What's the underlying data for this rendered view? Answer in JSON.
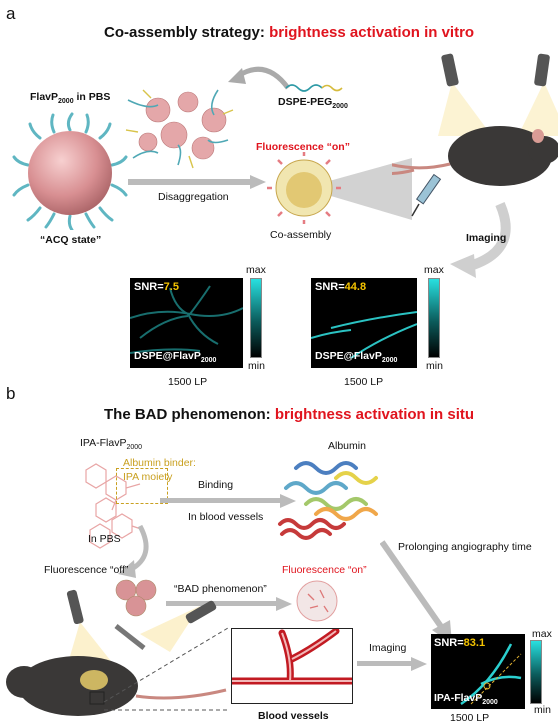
{
  "panel_a": {
    "letter": "a",
    "title_black": "Co-assembly strategy: ",
    "title_red": "brightness activation in vitro",
    "flavp_label_pre": "FlavP",
    "flavp_label_sub": "2000",
    "flavp_label_post": " in PBS",
    "acq_label": "“ACQ state”",
    "dspe_peg_pre": "DSPE-PEG",
    "dspe_peg_sub": "2000",
    "disaggregation": "Disaggregation",
    "fluorescence_on": "Fluorescence “on”",
    "co_assembly": "Co-assembly",
    "imaging": "Imaging",
    "image1": {
      "snr_label": "SNR=",
      "snr_value": "7.5",
      "caption_pre": "DSPE@FlavP",
      "caption_sub": "2000",
      "lp": "1500 LP",
      "max": "max",
      "min": "min"
    },
    "image2": {
      "snr_label": "SNR=",
      "snr_value": "44.8",
      "caption_pre": "DSPE@FlavP",
      "caption_sub": "2000",
      "lp": "1500 LP",
      "max": "max",
      "min": "min"
    }
  },
  "panel_b": {
    "letter": "b",
    "title_black": "The BAD phenomenon: ",
    "title_red": "brightness activation in situ",
    "ipa_label_pre": "IPA-FlavP",
    "ipa_label_sub": "2000",
    "albumin_binder": "Albumin binder:",
    "ipa_moiety": "IPA moiety",
    "albumin": "Albumin",
    "binding": "Binding",
    "in_blood_vessels": "In blood vessels",
    "in_pbs": "In PBS",
    "prolonging": "Prolonging angiography time",
    "fluorescence_off": "Fluorescence “off”",
    "bad_phenomenon": "“BAD phenomenon”",
    "fluorescence_on": "Fluorescence “on”",
    "imaging": "Imaging",
    "blood_vessels": "Blood vessels",
    "image3": {
      "snr_label": "SNR=",
      "snr_value": "83.1",
      "caption_pre": "IPA-FlavP",
      "caption_sub": "2000",
      "lp": "1500 LP",
      "max": "max",
      "min": "min"
    }
  }
}
